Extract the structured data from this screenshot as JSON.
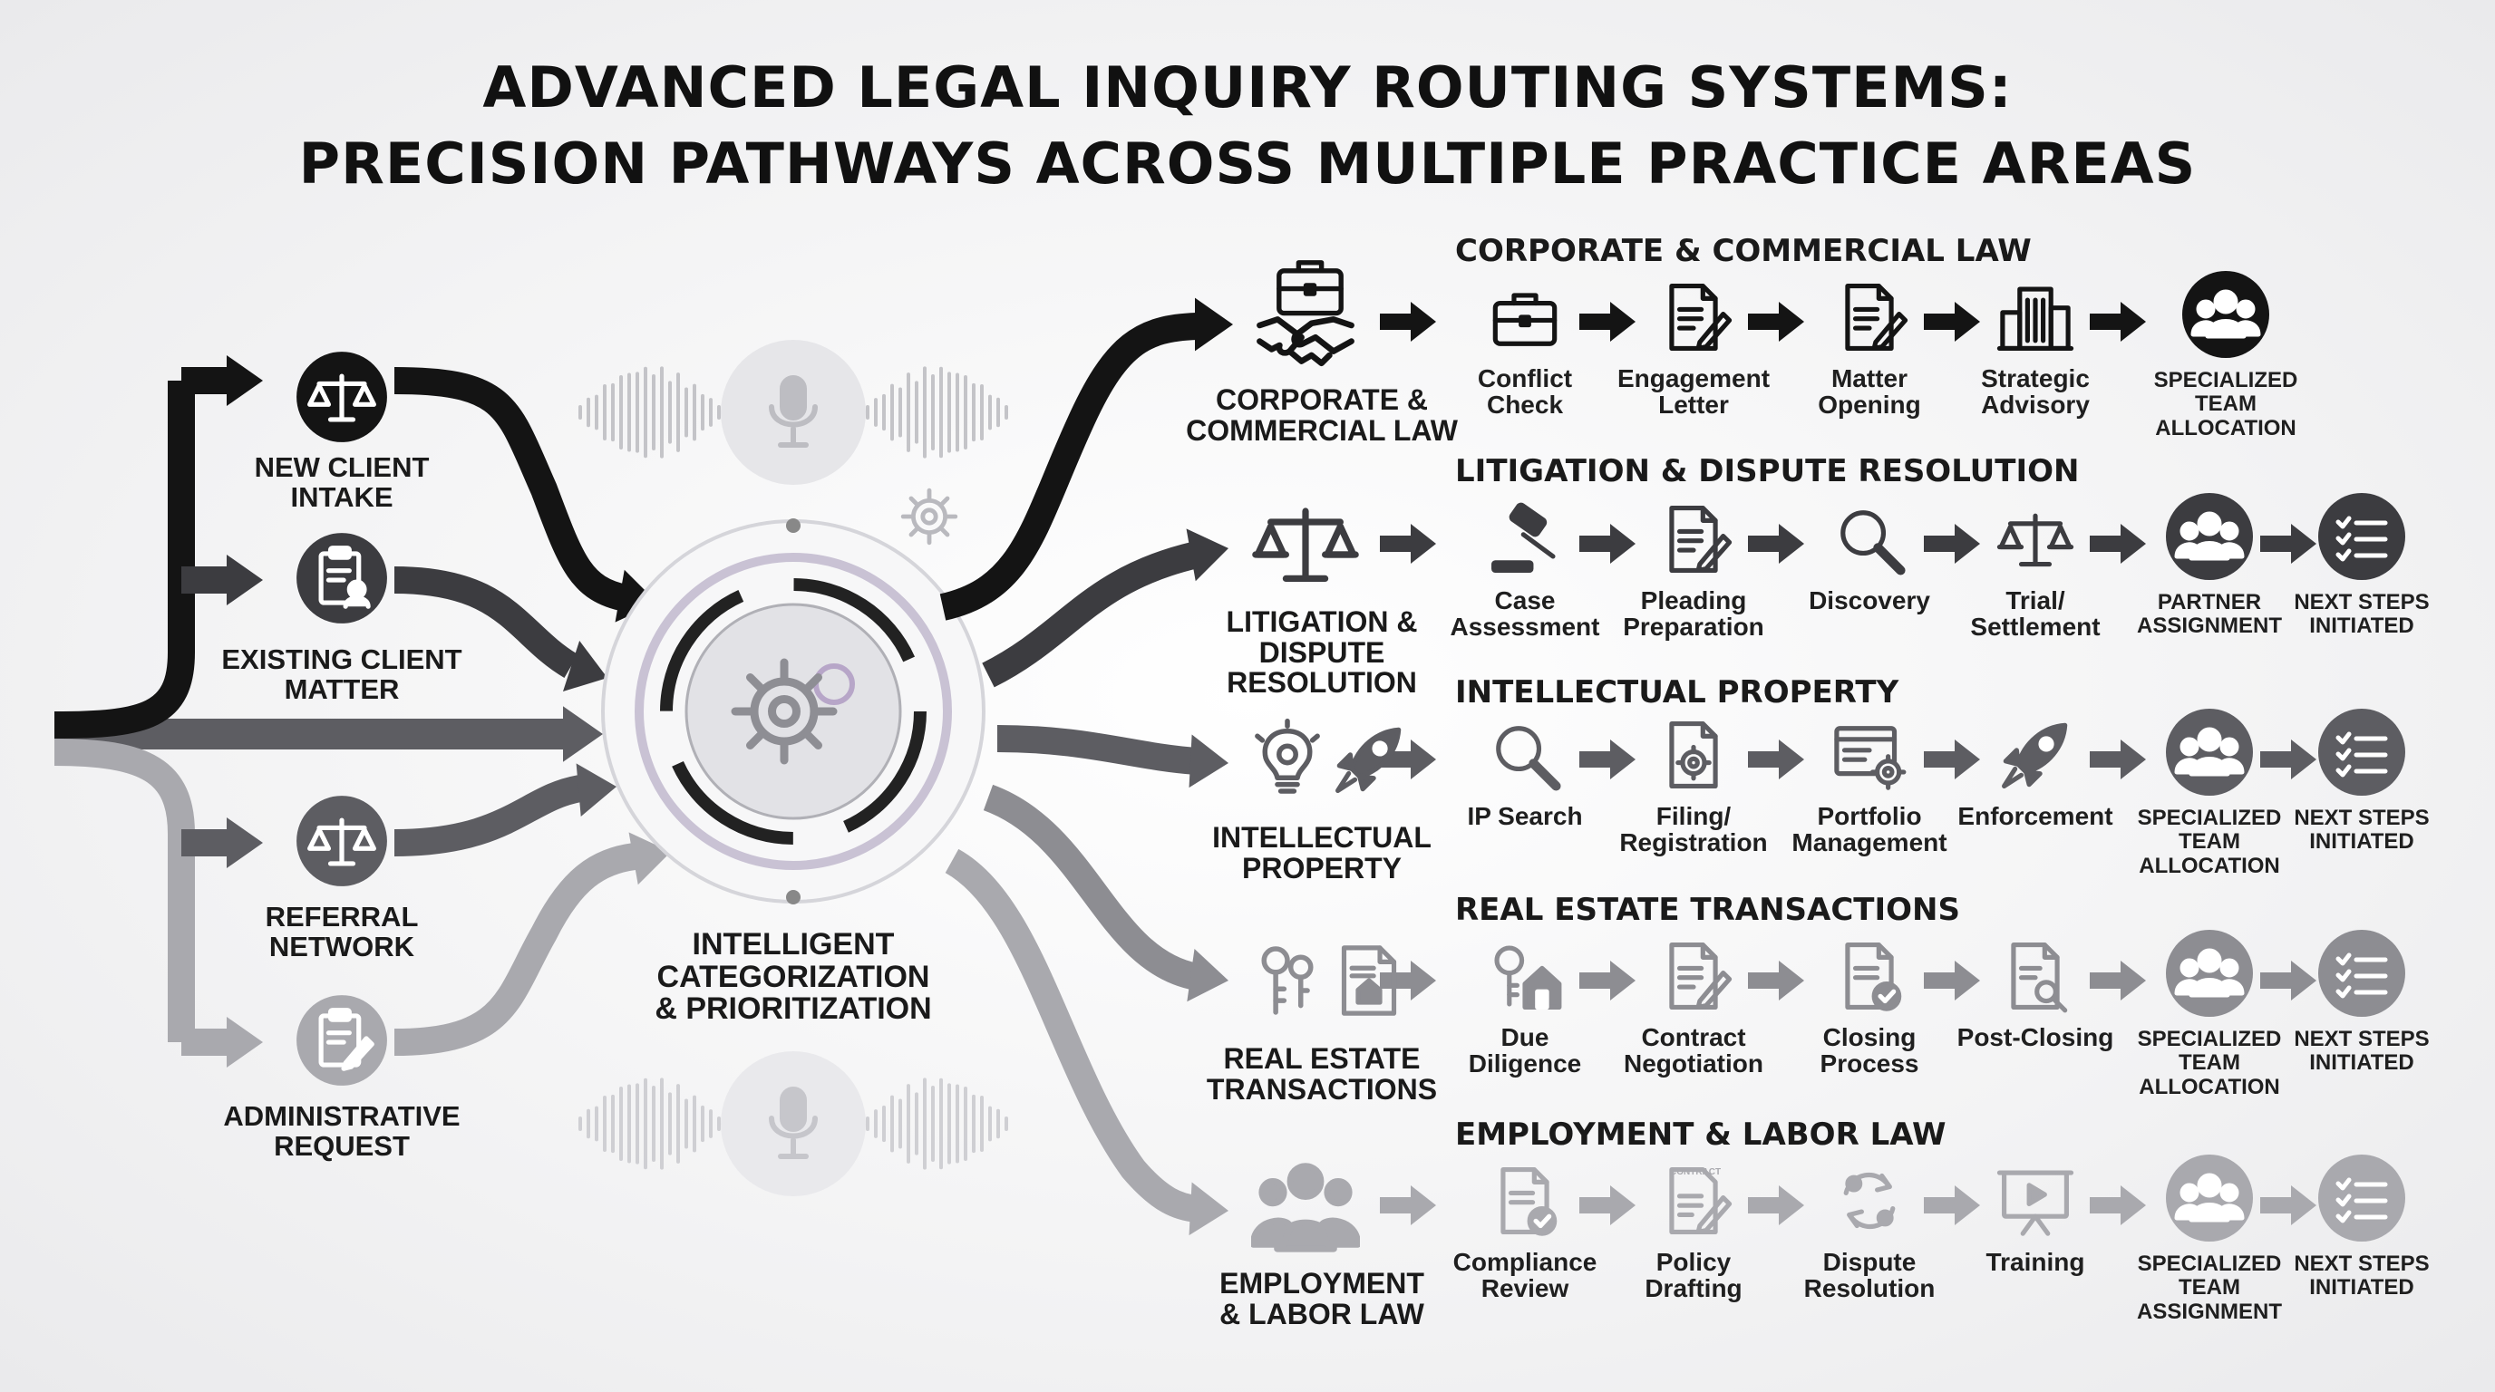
{
  "title": {
    "line1": "ADVANCED LEGAL INQUIRY ROUTING SYSTEMS:",
    "line2": "PRECISION PATHWAYS ACROSS MULTIPLE PRACTICE AREAS"
  },
  "inputs": [
    {
      "label": "New Client\nIntake",
      "icon": "scales-icon"
    },
    {
      "label": "Existing Client\nMatter",
      "icon": "clipboard-user-icon"
    },
    {
      "label": "Referral\nNetwork",
      "icon": "scales-icon"
    },
    {
      "label": "Administrative\nRequest",
      "icon": "clipboard-pen-icon"
    }
  ],
  "hub": {
    "label": "Intelligent\nCategorization\n& Prioritization"
  },
  "colors": {
    "black": "#141414",
    "dark": "#3c3c40",
    "mid": "#5d5d62",
    "light": "#8d8d92",
    "lighter": "#a9a9ae",
    "accent": "#b8a7c9"
  },
  "rows": [
    {
      "header": "CORPORATE & COMMERCIAL LAW",
      "area": "Corporate &\nCommercial Law",
      "steps": [
        {
          "label": "Conflict\nCheck",
          "icon": "briefcase-icon"
        },
        {
          "label": "Engagement\nLetter",
          "icon": "document-pen-icon"
        },
        {
          "label": "Matter\nOpening",
          "icon": "document-pen-icon"
        },
        {
          "label": "Strategic\nAdvisory",
          "icon": "building-icon"
        }
      ],
      "badges": [
        {
          "label": "Specialized Team\nAllocation",
          "icon": "team-icon"
        }
      ]
    },
    {
      "header": "LITIGATION & DISPUTE RESOLUTION",
      "area": "Litigation &\nDispute Resolution",
      "steps": [
        {
          "label": "Case\nAssessment",
          "icon": "gavel-icon"
        },
        {
          "label": "Pleading\nPreparation",
          "icon": "document-pen-icon"
        },
        {
          "label": "Discovery",
          "icon": "magnifier-icon"
        },
        {
          "label": "Trial/\nSettlement",
          "icon": "scales-icon"
        }
      ],
      "badges": [
        {
          "label": "Partner\nAssignment",
          "icon": "team-icon"
        },
        {
          "label": "Next Steps\nInitiated",
          "icon": "checklist-icon"
        }
      ]
    },
    {
      "header": "INTELLECTUAL PROPERTY",
      "area": "Intellectual\nProperty",
      "steps": [
        {
          "label": "IP Search",
          "icon": "magnifier-icon"
        },
        {
          "label": "Filing/\nRegistration",
          "icon": "document-gear-icon"
        },
        {
          "label": "Portfolio\nManagement",
          "icon": "browser-gear-icon"
        },
        {
          "label": "Enforcement",
          "icon": "rocket-icon"
        }
      ],
      "badges": [
        {
          "label": "Specialized\nTeam\nAllocation",
          "icon": "team-icon"
        },
        {
          "label": "Next Steps\nInitiated",
          "icon": "checklist-icon"
        }
      ]
    },
    {
      "header": "REAL ESTATE TRANSACTIONS",
      "area": "Real Estate\nTransactions",
      "steps": [
        {
          "label": "Due\nDiligence",
          "icon": "key-house-icon"
        },
        {
          "label": "Contract\nNegotiation",
          "icon": "document-pen-icon"
        },
        {
          "label": "Closing\nProcess",
          "icon": "document-check-icon"
        },
        {
          "label": "Post-Closing",
          "icon": "document-search-icon"
        }
      ],
      "badges": [
        {
          "label": "Specialized\nTeam\nAllocation",
          "icon": "team-icon"
        },
        {
          "label": "Next Steps\nInitiated",
          "icon": "checklist-icon"
        }
      ]
    },
    {
      "header": "EMPLOYMENT & LABOR LAW",
      "area": "Employment\n& Labor Law",
      "steps": [
        {
          "label": "Compliance\nReview",
          "icon": "document-check-icon"
        },
        {
          "label": "Policy\nDrafting",
          "icon": "contract-pen-icon",
          "tag": "CONTRACT"
        },
        {
          "label": "Dispute\nResolution",
          "icon": "exchange-icon"
        },
        {
          "label": "Training",
          "icon": "presentation-icon"
        }
      ],
      "badges": [
        {
          "label": "Specialized\nTeam\nAssignment",
          "icon": "team-icon"
        },
        {
          "label": "Next Steps\nInitiated",
          "icon": "checklist-icon"
        }
      ]
    }
  ]
}
